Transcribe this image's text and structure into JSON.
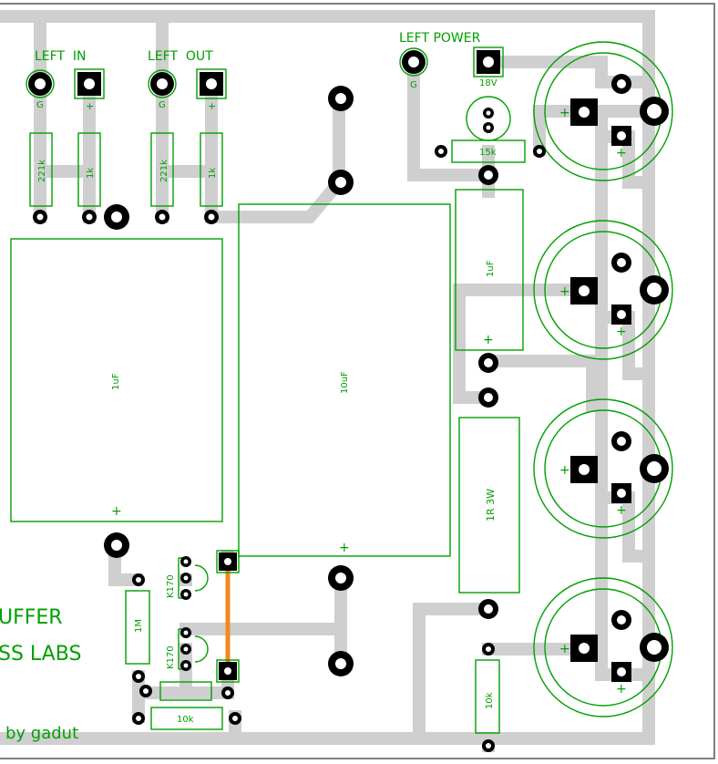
{
  "title_lines": [
    "UFFER",
    "SS LABS"
  ],
  "credit": "by gadut",
  "connectors": {
    "left_in": "LEFT  IN",
    "left_out": "LEFT  OUT",
    "left_power": "LEFT POWER",
    "g": "G",
    "plus": "+",
    "v18": "18V"
  },
  "resistors": {
    "r_221k": "221k",
    "r_1k": "1k",
    "r_15k": "15k",
    "r_1m": "1M",
    "r_10k": "10k",
    "r_1r3w": "1R 3W"
  },
  "capacitors": {
    "c_1uf": "1uF",
    "c_10uf": "10uF",
    "plus": "+"
  },
  "transistors": {
    "k170": "K170"
  },
  "colors": {
    "trace": "#cfcfcf",
    "silkscreen": "#00a000",
    "pad": "#000000",
    "jumper": "#f08a1c",
    "border": "#808080"
  }
}
